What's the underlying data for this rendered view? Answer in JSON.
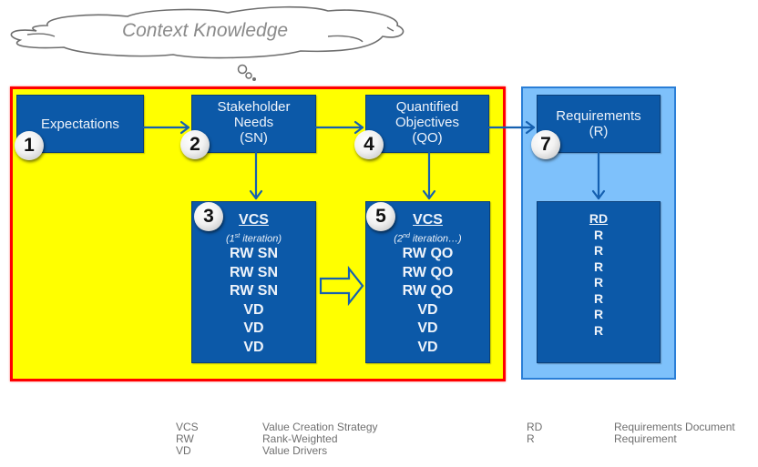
{
  "cloud": {
    "label": "Context Knowledge"
  },
  "colors": {
    "yellow_area": "#ffff00",
    "yellow_border": "#ff0000",
    "blue_area": "#7ec1fb",
    "blue_border": "#2a7ed6",
    "box_fill": "#0c59a8",
    "box_text": "#eef3fa"
  },
  "nodes": {
    "expectations": {
      "badge": "1",
      "lines": [
        "Expectations"
      ]
    },
    "stakeholder_needs": {
      "badge": "2",
      "lines": [
        "Stakeholder",
        "Needs",
        "(SN)"
      ]
    },
    "quantified_objectives": {
      "badge": "4",
      "lines": [
        "Quantified",
        "Objectives",
        "(QO)"
      ]
    },
    "requirements": {
      "badge": "7",
      "lines": [
        "Requirements",
        "(R)"
      ]
    },
    "vcs1": {
      "badge": "3",
      "header": "VCS",
      "sub_pre": "(1",
      "sub_sup": "st",
      "sub_post": " iteration)",
      "items": [
        "RW SN",
        "RW SN",
        "RW SN",
        "VD",
        "VD",
        "VD"
      ]
    },
    "vcs2": {
      "badge": "5",
      "header": "VCS",
      "sub_pre": "(2",
      "sub_sup": "nd",
      "sub_post": " iteration…)",
      "items": [
        "RW QO",
        "RW QO",
        "RW QO",
        "VD",
        "VD",
        "VD"
      ]
    },
    "rd": {
      "header": "RD",
      "items": [
        "R",
        "R",
        "R",
        "R",
        "R",
        "R",
        "R"
      ]
    }
  },
  "legend": {
    "left": [
      {
        "abbr": "VCS",
        "meaning": "Value Creation Strategy"
      },
      {
        "abbr": "RW",
        "meaning": "Rank-Weighted"
      },
      {
        "abbr": "VD",
        "meaning": "Value Drivers"
      }
    ],
    "right": [
      {
        "abbr": "RD",
        "meaning": "Requirements Document"
      },
      {
        "abbr": "R",
        "meaning": "Requirement"
      }
    ]
  }
}
